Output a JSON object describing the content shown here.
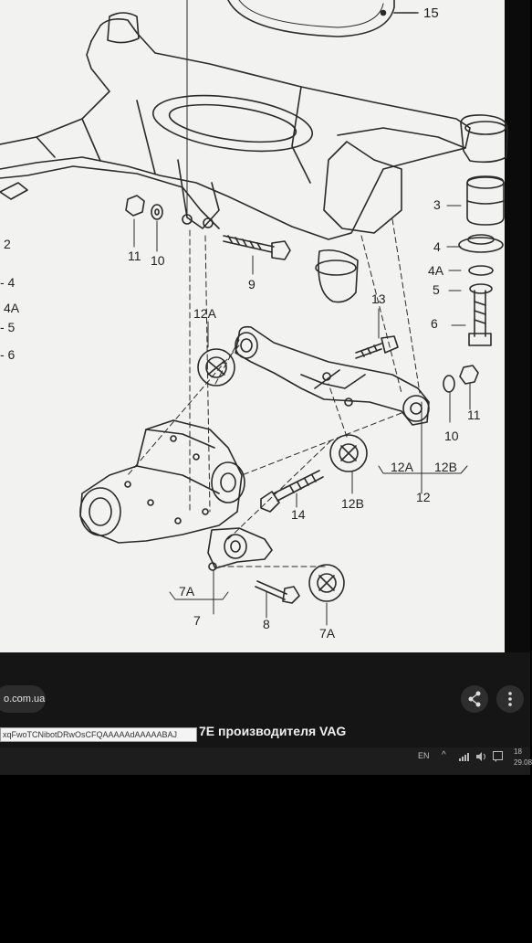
{
  "diagram": {
    "callouts": {
      "c15": "15",
      "c2": "2",
      "c4": "- 4",
      "c4a": "4A",
      "c5": "- 5",
      "c6": "- 6",
      "c11_left": "11",
      "c10_left": "10",
      "c9": "9",
      "c12a_top": "12A",
      "c13": "13",
      "c3": "3",
      "c4_right": "4",
      "c4a_right": "4A",
      "c5_right": "5",
      "c6_right": "6",
      "c10_right": "10",
      "c11_right": "11",
      "c12a_bottom": "12A",
      "c12b_bottom": "12B",
      "c12": "12",
      "c14": "14",
      "c12b": "12B",
      "c7a": "7A",
      "c7": "7",
      "c8": "8",
      "c7a_bottom": "7A"
    }
  },
  "browser": {
    "site_chip": "o.com.ua",
    "caption": "7E производителя VAG",
    "url_tooltip": "xqFwoTCNibotDRwOsCFQAAAAAdAAAAABAJ"
  },
  "taskbar": {
    "language": "EN",
    "tray_chevron": "^",
    "time": "18",
    "date": "29.08"
  },
  "icons": {
    "share": "share-icon",
    "more": "more-vertical-icon",
    "network": "network-signal-icon",
    "volume": "volume-icon",
    "notifications": "notification-icon"
  }
}
